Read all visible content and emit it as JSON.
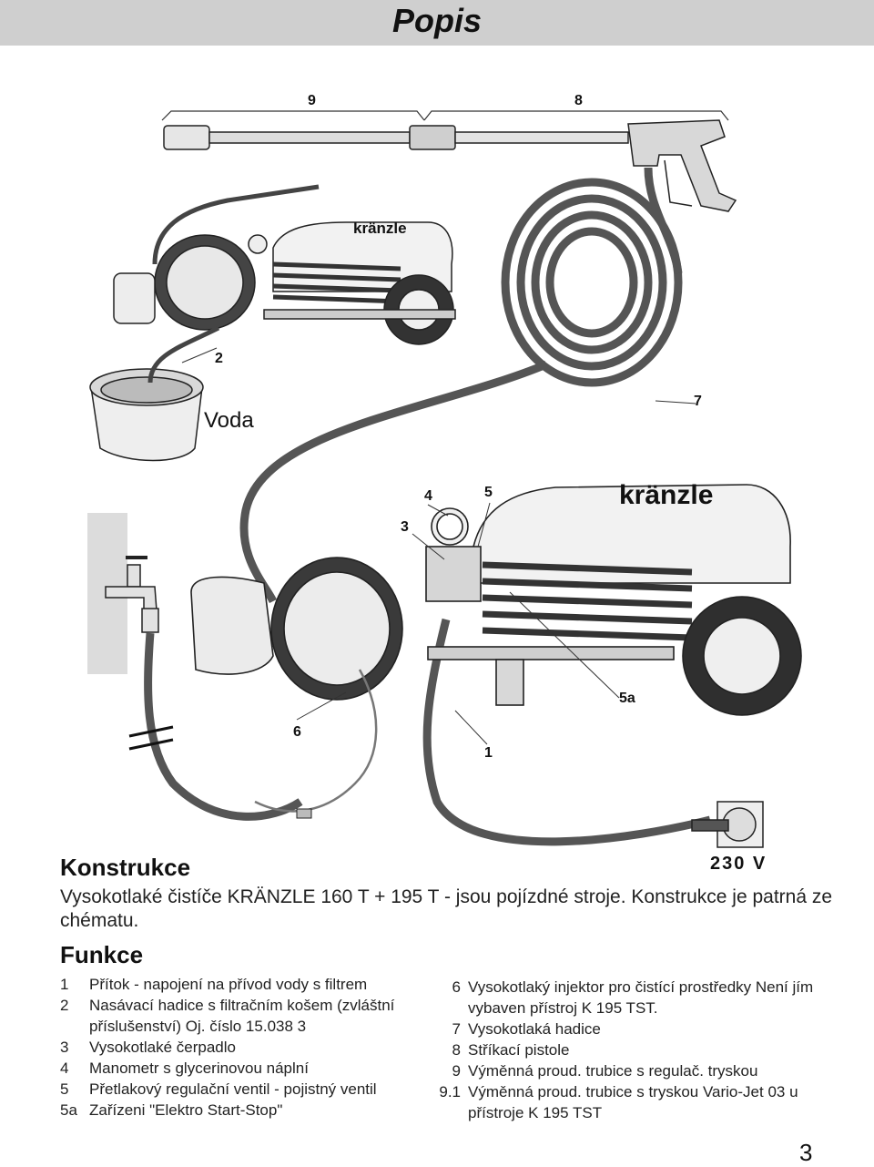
{
  "header": {
    "title": "Popis"
  },
  "diagram": {
    "callouts": [
      "9",
      "8",
      "2",
      "7",
      "4",
      "5",
      "3",
      "5a",
      "6",
      "1"
    ],
    "voda_label": "Voda",
    "brand_logo": "kränzle",
    "voltage_label": "230 V"
  },
  "konstrukce": {
    "heading": "Konstrukce",
    "text": "Vysokotlaké čistíče KRÄNZLE 160 T + 195 T - jsou pojízdné stroje. Konstrukce je patrná ze chématu."
  },
  "funkce": {
    "heading": "Funkce",
    "left_items": [
      {
        "num": "1",
        "text": "Přítok - napojení na přívod vody s filtrem"
      },
      {
        "num": "2",
        "text": "Nasávací hadice s filtračním košem (zvláštní příslušenství) Oj. číslo 15.038 3"
      },
      {
        "num": "3",
        "text": "Vysokotlaké čerpadlo"
      },
      {
        "num": "4",
        "text": "Manometr s glycerinovou náplní"
      },
      {
        "num": "5",
        "text": "Přetlakový regulační ventil - pojistný ventil"
      },
      {
        "num": "5a",
        "text": "Zařízeni \"Elektro Start-Stop\""
      }
    ],
    "right_items": [
      {
        "num": "6",
        "text": "Vysokotlaký injektor pro čistící prostředky Není jím vybaven přístroj K 195 TST."
      },
      {
        "num": "7",
        "text": "Vysokotlaká hadice"
      },
      {
        "num": "8",
        "text": "Stříkací pistole"
      },
      {
        "num": "9",
        "text": "Výměnná proud. trubice s regulač. tryskou"
      },
      {
        "num": "9.1",
        "text": "Výměnná proud. trubice s tryskou Vario-Jet 03 u přístroje K 195 TST"
      }
    ]
  },
  "page_number": "3"
}
